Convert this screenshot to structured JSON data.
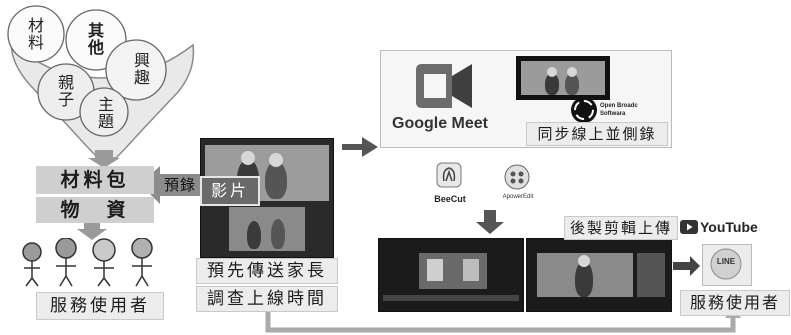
{
  "bubbles": {
    "materials": "材\n料",
    "other": "其\n他",
    "interest": "興\n趣",
    "parent_child": "親\n子",
    "theme": "主\n題"
  },
  "left": {
    "material_pack": "材料包",
    "supplies": "物　資",
    "users": "服務使用者"
  },
  "center": {
    "prerecord": "預錄",
    "video": "影片",
    "send_parents": "預先傳送家長",
    "survey_time": "調查上線時間"
  },
  "meet_panel": {
    "google_meet": "Google Meet",
    "obs_line1": "Open Broadc",
    "obs_line2": "Softwara",
    "sync_record": "同步線上並側錄"
  },
  "apps": {
    "beecut": "BeeCut",
    "apoweredit": "ApowerEdit"
  },
  "right": {
    "post_edit": "後製剪輯上傳",
    "youtube": "YouTube",
    "line": "LINE",
    "users": "服務使用者"
  },
  "colors": {
    "arrow_gray": "#8a8a8a",
    "arrow_dark": "#555555",
    "label_bg": "#cfcfcf",
    "meet_blue": "#6f6f6f"
  }
}
